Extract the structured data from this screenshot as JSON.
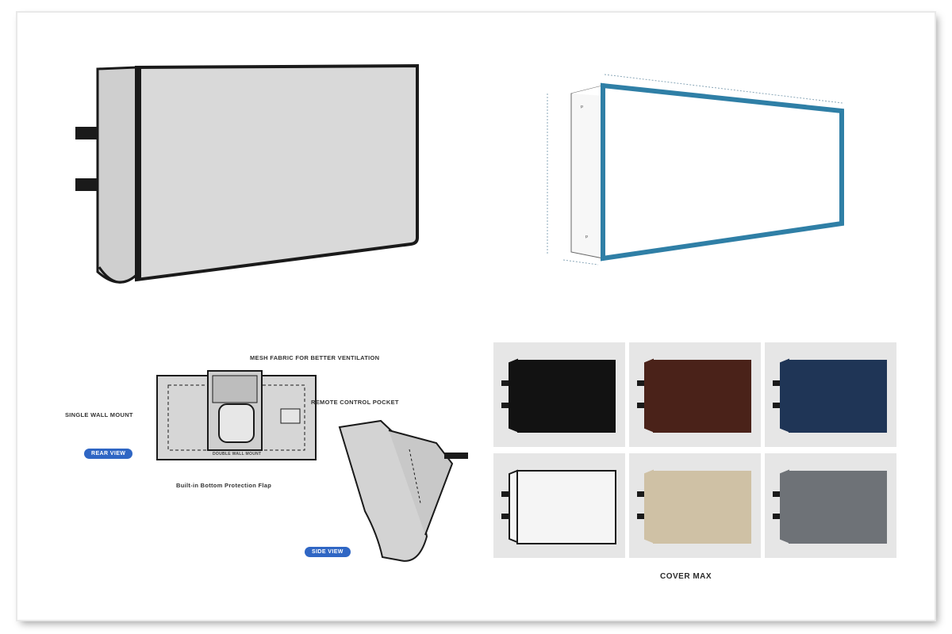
{
  "callouts": {
    "mesh": "MESH FABRIC FOR BETTER VENTILATION",
    "remote": "REMOTE CONTROL POCKET",
    "mount": "SINGLE WALL MOUNT",
    "flap": "Built-in Bottom Protection Flap",
    "flap_panel": "DOUBLE WALL MOUNT"
  },
  "view_labels": {
    "rear": "REAR VIEW",
    "side": "SIDE VIEW"
  },
  "brand_label": "COVER MAX",
  "colors": {
    "frame_blue": "#2f7fa6",
    "pill_blue": "#2f66c4",
    "cover_gray": "#d8d8d8"
  },
  "swatches": [
    {
      "color": "#121212",
      "name": "black"
    },
    {
      "color": "#4a2219",
      "name": "brown"
    },
    {
      "color": "#1f3556",
      "name": "navy"
    },
    {
      "color": "#f5f5f5",
      "name": "white"
    },
    {
      "color": "#cfc1a5",
      "name": "beige"
    },
    {
      "color": "#6e7277",
      "name": "gray"
    }
  ]
}
